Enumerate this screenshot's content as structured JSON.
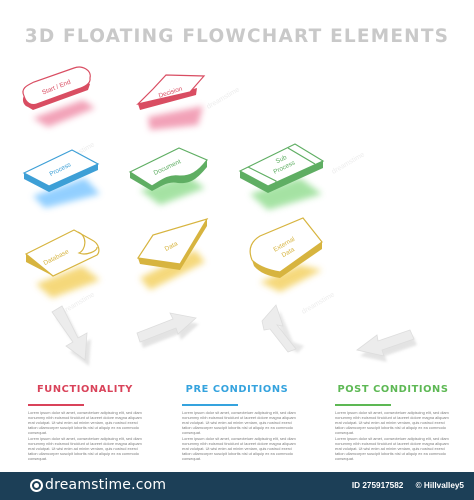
{
  "title": "3D FLOATING FLOWCHART ELEMENTS",
  "shapes": [
    {
      "id": "start-end",
      "label": "Start / End",
      "color": "#d94d62",
      "shadow": "#ef8aa6"
    },
    {
      "id": "decision",
      "label": "Decision",
      "color": "#d94d62",
      "shadow": "#ef8aa6"
    },
    {
      "id": "process",
      "label": "Process",
      "color": "#3d9fd6",
      "shadow": "#6ec0ff"
    },
    {
      "id": "document",
      "label": "Document",
      "color": "#5fae63",
      "shadow": "#8fdc8d"
    },
    {
      "id": "sub-process",
      "label": "Sub\nProcess",
      "label_lines": [
        "Sub",
        "Process"
      ],
      "color": "#5fae63",
      "shadow": "#8fdc8d"
    },
    {
      "id": "database",
      "label": "Database",
      "color": "#d7b43f",
      "shadow": "#f3cf5a"
    },
    {
      "id": "data",
      "label": "Data",
      "color": "#d7b43f",
      "shadow": "#f3cf5a"
    },
    {
      "id": "external-data",
      "label_lines": [
        "External",
        "Data"
      ],
      "color": "#d7b43f",
      "shadow": "#f3cf5a"
    }
  ],
  "columns": [
    {
      "title": "FUNCTIONALITY",
      "color": "#d9435a",
      "paragraphs": [
        "Lorem ipsum dolor sit amet, consectetuer adipiscing elit, sed diam nonummy nibh euismod tincidunt ut laoreet dolore magna aliquam erat volutpat. Ut wisi enim ad minim veniam, quis nostrud exerci tation ullamcorper suscipit lobortis nisl ut aliquip ex ea commodo consequat.",
        "Lorem ipsum dolor sit amet, consectetuer adipiscing elit, sed diam nonummy nibh euismod tincidunt ut laoreet dolore magna aliquam erat volutpat. Ut wisi enim ad minim veniam, quis nostrud exerci tation ullamcorper suscipit lobortis nisl ut aliquip ex ea commodo consequat."
      ]
    },
    {
      "title": "PRE CONDITIONS",
      "color": "#35a3de",
      "paragraphs": [
        "Lorem ipsum dolor sit amet, consectetuer adipiscing elit, sed diam nonummy nibh euismod tincidunt ut laoreet dolore magna aliquam erat volutpat. Ut wisi enim ad minim veniam, quis nostrud exerci tation ullamcorper suscipit lobortis nisl ut aliquip ex ea commodo consequat.",
        "Lorem ipsum dolor sit amet, consectetuer adipiscing elit, sed diam nonummy nibh euismod tincidunt ut laoreet dolore magna aliquam erat volutpat. Ut wisi enim ad minim veniam, quis nostrud exerci tation ullamcorper suscipit lobortis nisl ut aliquip ex ea commodo consequat."
      ]
    },
    {
      "title": "POST CONDITIONS",
      "color": "#5db854",
      "paragraphs": [
        "Lorem ipsum dolor sit amet, consectetuer adipiscing elit, sed diam nonummy nibh euismod tincidunt ut laoreet dolore magna aliquam erat volutpat. Ut wisi enim ad minim veniam, quis nostrud exerci tation ullamcorper suscipit lobortis nisl ut aliquip ex ea commodo consequat.",
        "Lorem ipsum dolor sit amet, consectetuer adipiscing elit, sed diam nonummy nibh euismod tincidunt ut laoreet dolore magna aliquam erat volutpat. Ut wisi enim ad minim veniam, quis nostrud exerci tation ullamcorper suscipit lobortis nisl ut aliquip ex ea commodo consequat."
      ]
    }
  ],
  "watermark": "dreamstime",
  "footer": {
    "brand": "dreamstime.com",
    "id_text": "ID 275917582",
    "copyright": "© Hillvalley5",
    "background": "#1c3f57"
  }
}
